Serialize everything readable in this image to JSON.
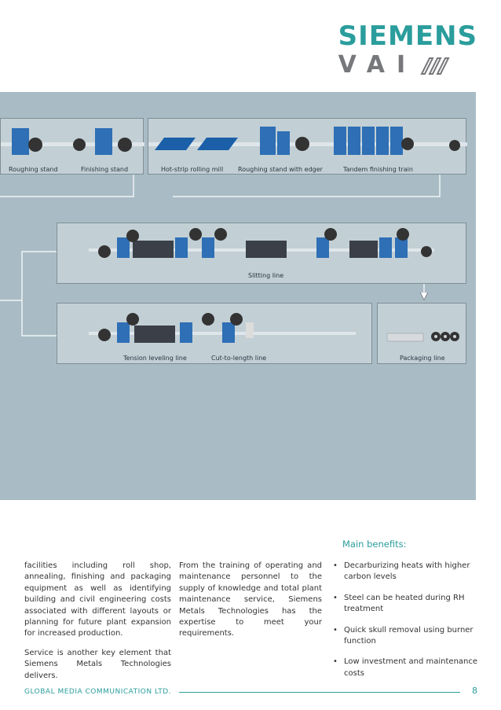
{
  "brand": {
    "name": "SIEMENS",
    "sub": "VAI"
  },
  "diagram": {
    "labels": {
      "roughing_stand": "Roughing stand",
      "finishing_stand": "Finishing stand",
      "hot_strip": "Hot-strip rolling mill",
      "roughing_edger": "Roughing stand with edger",
      "tandem": "Tandem finishing train",
      "slitting": "Slitting line",
      "tension": "Tension leveling line",
      "cut": "Cut-to-length line",
      "packaging": "Packaging line"
    }
  },
  "col1": {
    "p1": "facilities including roll shop, annealing, finishing and packaging equipment as well as identifying building and civil engineering costs associated with different layouts or planning for future plant expansion for increased production.",
    "p2": "Service is another key element that Siemens Metals Technologies delivers."
  },
  "col2": {
    "p1": "From the training of operating and maintenance personnel to the supply of knowledge and total plant maintenance service, Siemens Metals Technologies has the expertise to meet your requirements."
  },
  "benefits": {
    "title": "Main benefits:",
    "items": [
      "Decarburizing heats with higher carbon levels",
      "Steel can be heated during RH treatment",
      "Quick skull removal using burner function",
      "Low investment and maintenance costs"
    ]
  },
  "footer": {
    "company": "GLOBAL MEDIA COMMUNICATION LTD.",
    "page": "8"
  },
  "colors": {
    "accent": "#2a9d9c",
    "panel": "#a9bcc5",
    "machine": "#2e6fb5"
  }
}
